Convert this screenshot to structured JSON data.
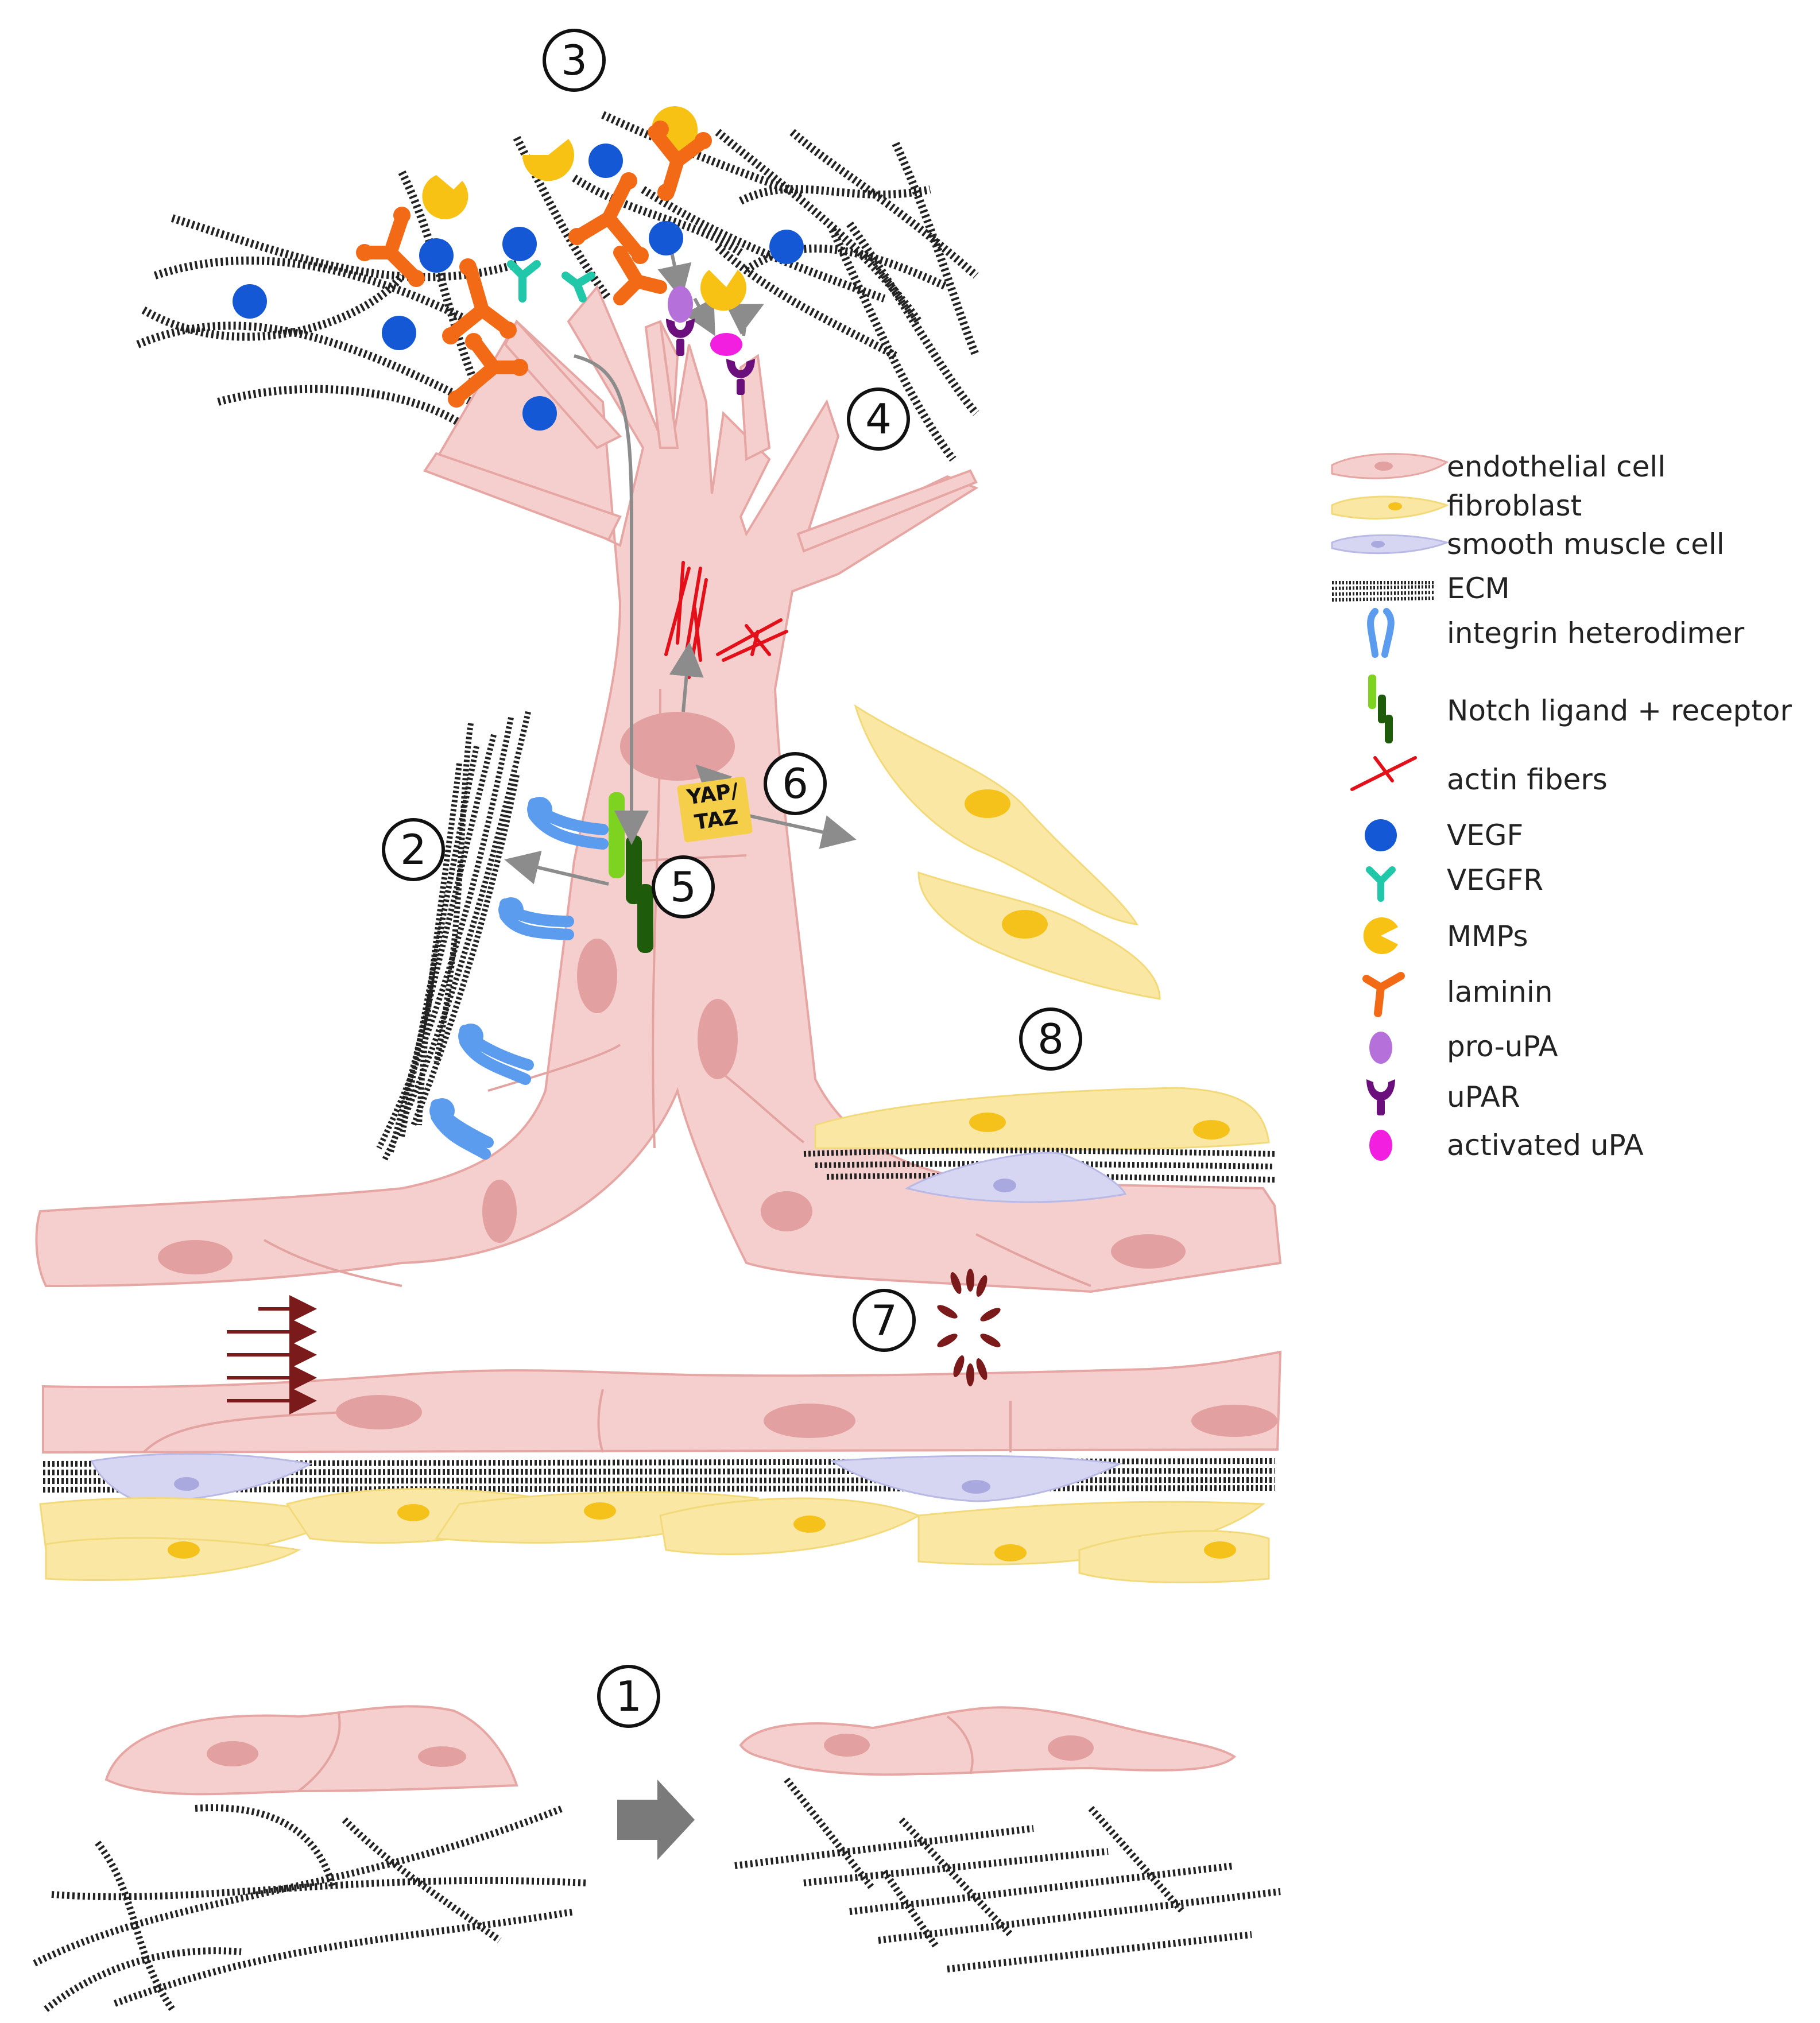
{
  "colors": {
    "endothelial": "#f4cfcd",
    "endothelial_stroke": "#e6a6a4",
    "nucleus": "#e3a0a0",
    "fibroblast": "#fbe7a4",
    "fibroblast_nucleus": "#f5c21b",
    "smooth_muscle": "#d6d6f2",
    "smooth_muscle_nucleus": "#a9a9e0",
    "integrin": "#5b9cef",
    "notch_ligand": "#7ed321",
    "notch_receptor": "#1e5c0c",
    "actin": "#e3101a",
    "vegf": "#1558d6",
    "vegfr": "#20c7a8",
    "mmp": "#f7c213",
    "laminin": "#f26a16",
    "pro_upa": "#b570d9",
    "upar": "#6b0f7c",
    "activated_upa": "#f21ee0",
    "flow_arrow": "#7a1a1a",
    "signal_arrow": "#8c8c8c",
    "yap_box": "#f5cf4a"
  },
  "step_labels": [
    "1",
    "2",
    "3",
    "4",
    "5",
    "6",
    "7",
    "8"
  ],
  "yap_taz": {
    "line1": "YAP/",
    "line2": "TAZ"
  },
  "legend": [
    {
      "icon": "endothelial-cell-icon",
      "label": "endothelial cell"
    },
    {
      "icon": "fibroblast-icon",
      "label": "fibroblast"
    },
    {
      "icon": "smooth-muscle-cell-icon",
      "label": "smooth muscle cell"
    },
    {
      "icon": "ecm-icon",
      "label": "ECM"
    },
    {
      "icon": "integrin-icon",
      "label": "integrin heterodimer"
    },
    {
      "icon": "notch-icon",
      "label": "Notch ligand + receptor"
    },
    {
      "icon": "actin-icon",
      "label": "actin fibers"
    },
    {
      "icon": "vegf-icon",
      "label": "VEGF"
    },
    {
      "icon": "vegfr-icon",
      "label": "VEGFR"
    },
    {
      "icon": "mmp-icon",
      "label": "MMPs"
    },
    {
      "icon": "laminin-icon",
      "label": "laminin"
    },
    {
      "icon": "pro-upa-icon",
      "label": "pro-uPA"
    },
    {
      "icon": "upar-icon",
      "label": "uPAR"
    },
    {
      "icon": "activated-upa-icon",
      "label": "activated uPA"
    }
  ]
}
